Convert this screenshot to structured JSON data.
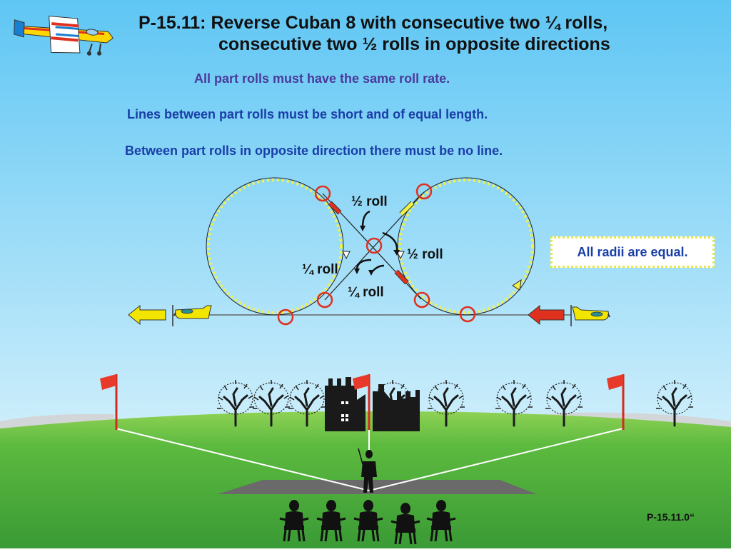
{
  "title": {
    "line1": "P-15.11: Reverse Cuban 8 with consecutive two ¼  rolls,",
    "line2": "consecutive two ½ rolls in opposite directions"
  },
  "notes": [
    "All part  rolls must have the same roll rate.",
    "Lines between part rolls must be short and of equal length.",
    "Between part rolls in opposite direction there must be no line."
  ],
  "roll_labels": {
    "half_top": "½ roll",
    "half_right": "½ roll",
    "quarter_left": "¼ roll",
    "quarter_bottom": "¼ roll"
  },
  "radii_note": "All radii are equal.",
  "figure_code": "P-15.11.0“",
  "colors": {
    "sky_top": "#5fc6f4",
    "sky_bottom": "#c9ecfb",
    "grass": "#4fae3c",
    "title_text": "#111111",
    "note_purple": "#4a3a9c",
    "note_blue": "#1a3ea8",
    "loop_dots": "#f2f24a",
    "roll_marker": "#e0301e",
    "entry_arrow": "#e0301e",
    "exit_arrow": "#f2e600",
    "flag": "#e83a2a"
  },
  "icons": [
    "logo-airplane-icon",
    "entry-airplane-icon",
    "exit-airplane-icon",
    "flag-icon",
    "castle-icon",
    "tree-icon",
    "pilot-icon",
    "judge-icon"
  ]
}
